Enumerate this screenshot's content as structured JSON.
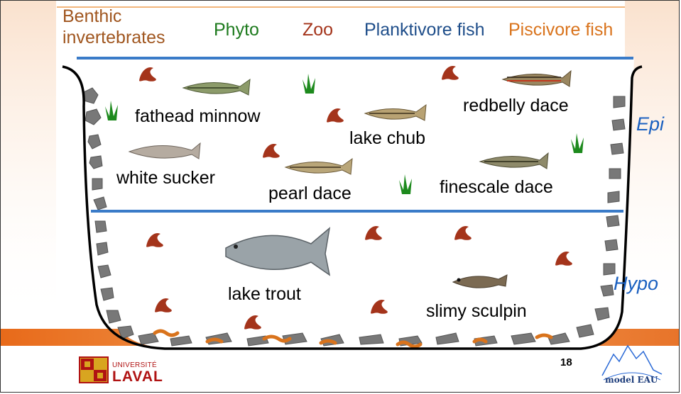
{
  "legend": {
    "benthic_line1": "Benthic",
    "benthic_line2": "invertebrates",
    "phyto": "Phyto",
    "zoo": "Zoo",
    "planktivore": "Planktivore fish",
    "piscivore": "Piscivore fish"
  },
  "species": {
    "fathead_minnow": "fathead minnow",
    "lake_chub": "lake chub",
    "redbelly_dace": "redbelly dace",
    "white_sucker": "white sucker",
    "pearl_dace": "pearl dace",
    "finescale_dace": "finescale dace",
    "lake_trout": "lake trout",
    "slimy_sculpin": "slimy sculpin"
  },
  "zones": {
    "epi": "Epi",
    "hypo": "Hypo"
  },
  "footer": {
    "university_small": "UNIVERSITÉ",
    "university_big": "LAVAL",
    "page_number": "18",
    "model_logo": "model EAU"
  },
  "colors": {
    "benthic": "#a0561f",
    "phyto": "#1d7a1d",
    "zoo": "#a4341b",
    "planktivore": "#1f4e8a",
    "piscivore": "#d9731c",
    "water_line": "#3a7bc8",
    "zone_label": "#1a60c0",
    "rocks": "#777777"
  },
  "icons": [
    "zooplankton-icon",
    "phytoplankton-icon",
    "fish-icon",
    "rock-icon",
    "benthic-worm-icon"
  ]
}
